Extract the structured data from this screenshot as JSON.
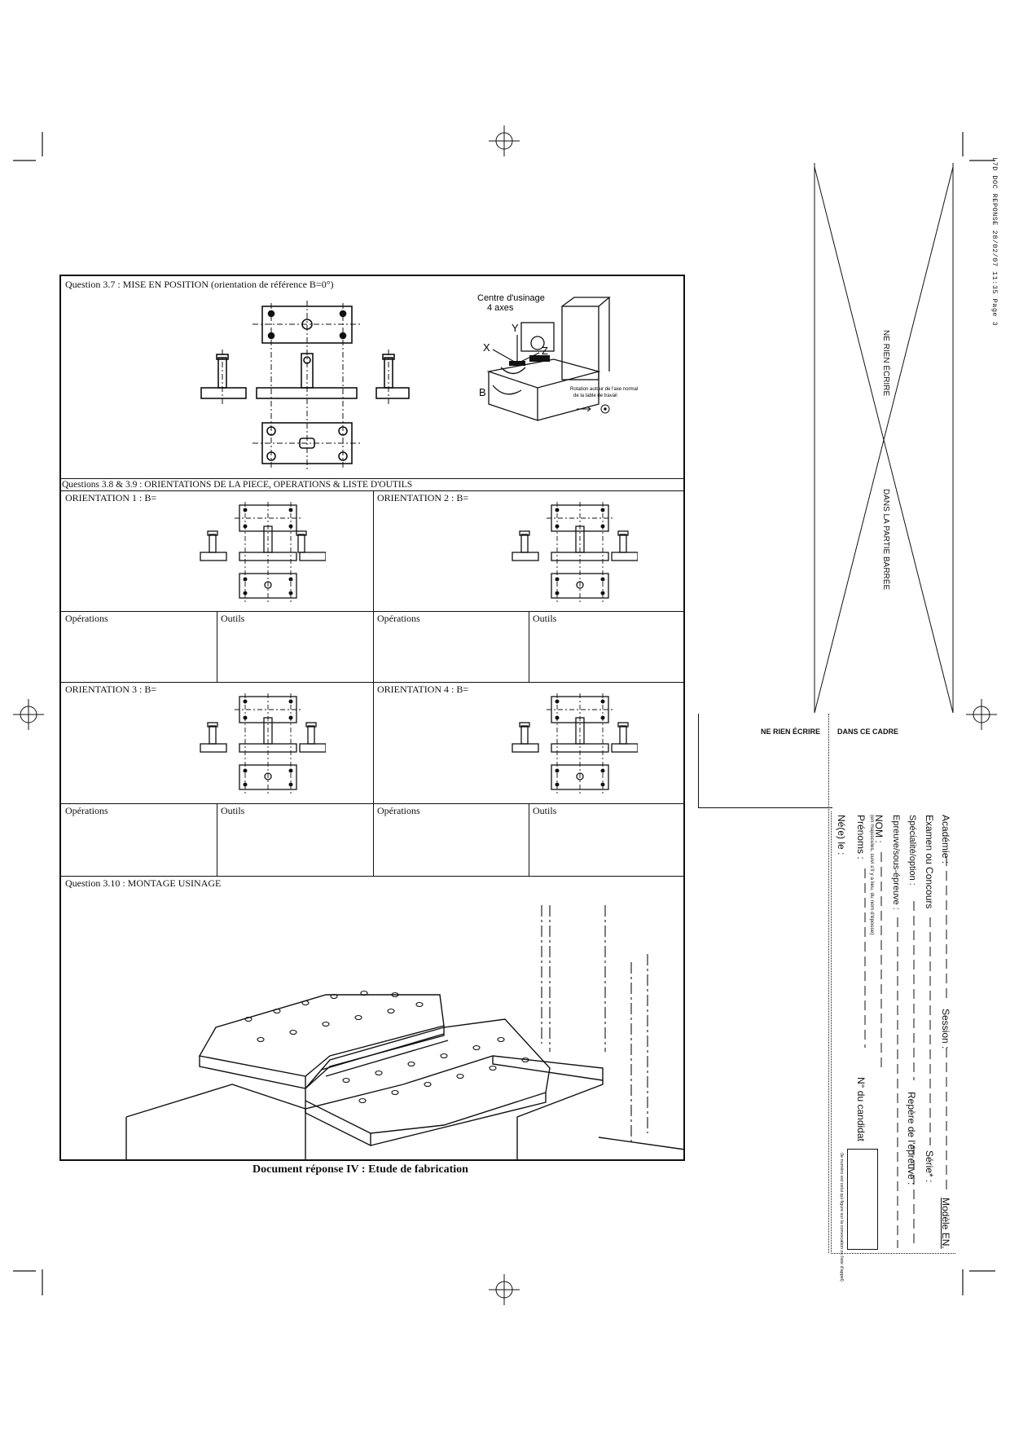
{
  "header": {
    "stamp": "L7D DOC REPONSE  28/02/07  11:35  Page 3"
  },
  "q37": {
    "title": "Question 3.7 : MISE EN POSITION (orientation de référence B=0°)",
    "machine_title": "Centre d'usinage",
    "machine_axes": "4 axes",
    "axis_labels": [
      "X",
      "Y",
      "Z",
      "B"
    ],
    "legend_text": "Rotation autour de l'axe normal",
    "legend_text2": "de la table de travail"
  },
  "q389": {
    "title": "Questions 3.8 & 3.9 : ORIENTATIONS DE LA PIECE, OPERATIONS & LISTE D'OUTILS",
    "orientations": [
      {
        "label": "ORIENTATION 1 : B=",
        "ops": "Opérations",
        "tools": "Outils"
      },
      {
        "label": "ORIENTATION 2 : B=",
        "ops": "Opérations",
        "tools": "Outils"
      },
      {
        "label": "ORIENTATION 3 : B=",
        "ops": "Opérations",
        "tools": "Outils"
      },
      {
        "label": "ORIENTATION 4 : B=",
        "ops": "Opérations",
        "tools": "Outils"
      }
    ]
  },
  "q310": {
    "title": "Question 3.10 : MONTAGE USINAGE"
  },
  "footer": {
    "caption": "Document réponse IV : Etude de fabrication"
  },
  "margin": {
    "ne_rien_1": "NE RIEN ÉCRIRE",
    "ne_rien_2": "DANS LA PARTIE BARRÉE",
    "frame_left": "NE RIEN ÉCRIRE",
    "frame_right": "DANS CE CADRE",
    "fields": {
      "academie": "Académie :",
      "session": "Session :",
      "modele": "Modèle EN.",
      "examen": "Examen ou Concours",
      "serie": "Série* :",
      "specialite": "Spécialité/option :",
      "repere": "Repère de l'épreuve :",
      "epreuve": "Epreuve/sous-épreuve :",
      "nom": "NOM :",
      "nom_hint": "(en majuscules, suivi s'il y a lieu, du nom d'épouse)",
      "prenoms": "Prénoms :",
      "candidat": "N° du candidat",
      "ne_le": "Né(e) le :",
      "note": "(le numéro est celui qui figure sur la convocation ou liste d'appel)"
    }
  }
}
